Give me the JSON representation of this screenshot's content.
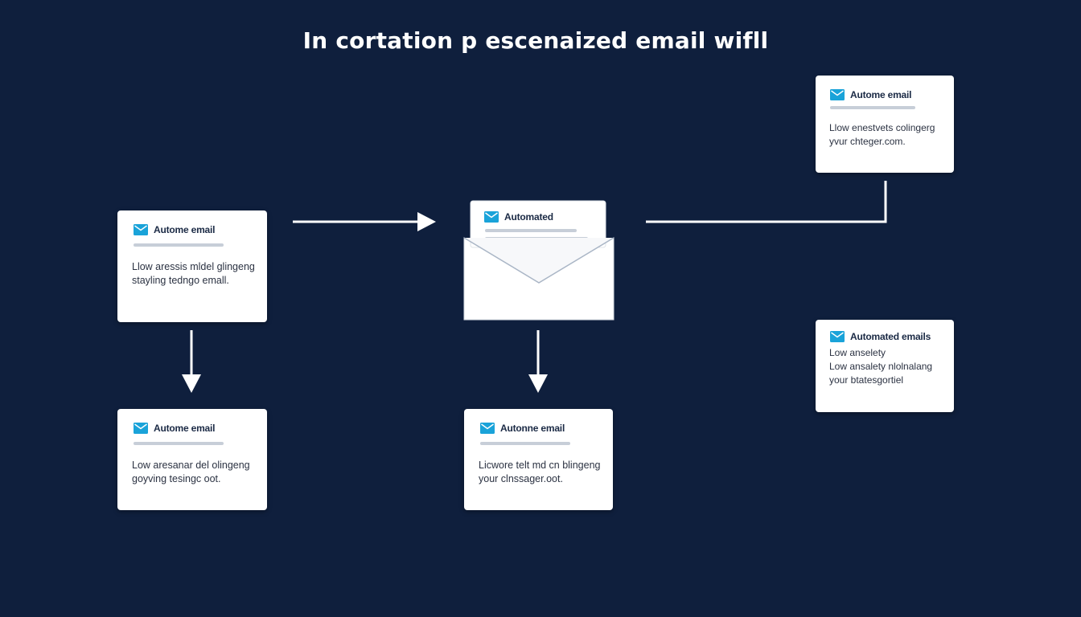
{
  "title": "In cortation p escenaized email wifll",
  "colors": {
    "background": "#0f1f3d",
    "card": "#ffffff",
    "icon_accent": "#1aa3d9",
    "connector": "#ffffff",
    "rule": "#c7ced8"
  },
  "icon": "envelope-icon",
  "cards": {
    "left_top": {
      "title": "Autome email",
      "line1": "Llow aressis mldel glingeng",
      "line2": "stayling tedngo emall."
    },
    "left_bottom": {
      "title": "Autome email",
      "line1": "Low aresanar del olingeng",
      "line2": "goyving tesingc oot."
    },
    "center_envelope": {
      "title": "Automated"
    },
    "center_bottom": {
      "title": "Autonne email",
      "line1": "Licwore telt md cn blingeng",
      "line2": "your clnssager.oot."
    },
    "right_top": {
      "title": "Autome email",
      "line1": "Llow enestvets colingerg",
      "line2": "yvur chteger.com."
    },
    "right_bottom": {
      "title": "Automated emails",
      "line1": "Low anselety",
      "line2": "Low ansalety nlolnalang",
      "line3": "your btatesgortiel"
    }
  }
}
